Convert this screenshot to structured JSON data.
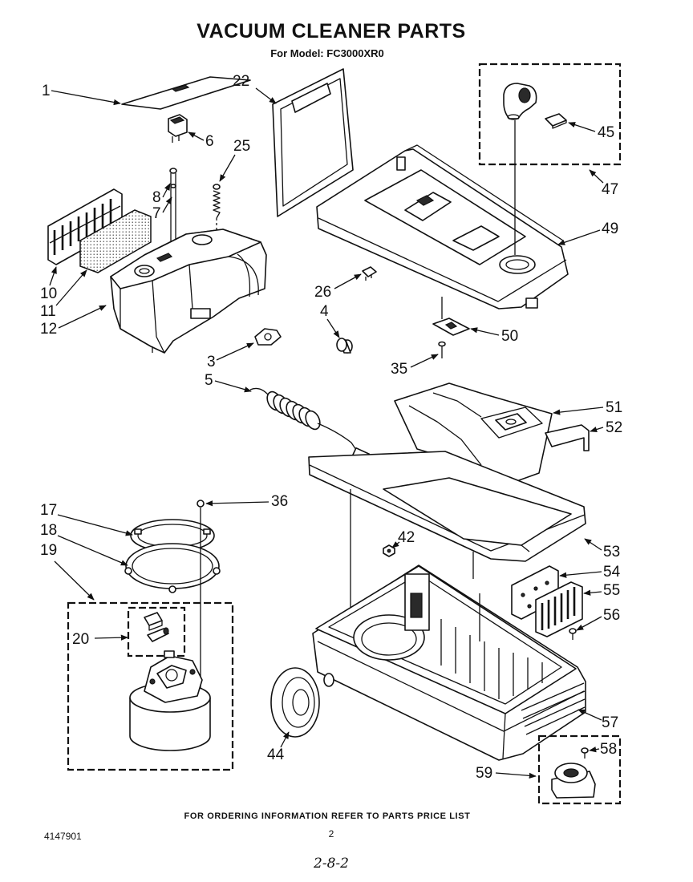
{
  "title": "VACUUM CLEANER PARTS",
  "model": "For Model: FC3000XR0",
  "callouts": {
    "p1": "1",
    "p3": "3",
    "p4": "4",
    "p5": "5",
    "p6": "6",
    "p7": "7",
    "p8": "8",
    "p10": "10",
    "p11": "11",
    "p12": "12",
    "p17": "17",
    "p18": "18",
    "p19": "19",
    "p20": "20",
    "p22": "22",
    "p25": "25",
    "p26": "26",
    "p35": "35",
    "p36": "36",
    "p42": "42",
    "p44": "44",
    "p45": "45",
    "p47": "47",
    "p49": "49",
    "p50": "50",
    "p51": "51",
    "p52": "52",
    "p53": "53",
    "p54": "54",
    "p55": "55",
    "p56": "56",
    "p57": "57",
    "p58": "58",
    "p59": "59"
  },
  "footer": {
    "ordering_note": "FOR ORDERING INFORMATION REFER TO PARTS PRICE LIST",
    "doc_number": "4147901",
    "page_number": "2",
    "handwritten_note": "2-8-2"
  }
}
